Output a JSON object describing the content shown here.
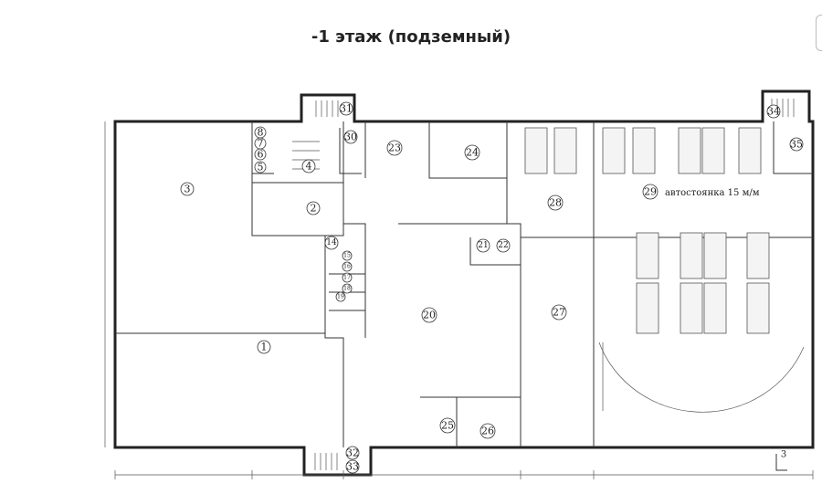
{
  "title": "-1 этаж (подземный)",
  "plan": {
    "parking_label": "автостоянка 15 м/м",
    "section_mark": "3",
    "rooms": [
      {
        "n": "1"
      },
      {
        "n": "2"
      },
      {
        "n": "3"
      },
      {
        "n": "4"
      },
      {
        "n": "5"
      },
      {
        "n": "6"
      },
      {
        "n": "7"
      },
      {
        "n": "8"
      },
      {
        "n": "14"
      },
      {
        "n": "15"
      },
      {
        "n": "16"
      },
      {
        "n": "17"
      },
      {
        "n": "18"
      },
      {
        "n": "19"
      },
      {
        "n": "20"
      },
      {
        "n": "21"
      },
      {
        "n": "22"
      },
      {
        "n": "23"
      },
      {
        "n": "24"
      },
      {
        "n": "25"
      },
      {
        "n": "26"
      },
      {
        "n": "27"
      },
      {
        "n": "28"
      },
      {
        "n": "29"
      },
      {
        "n": "30"
      },
      {
        "n": "31"
      },
      {
        "n": "32"
      },
      {
        "n": "33"
      },
      {
        "n": "34"
      },
      {
        "n": "35"
      }
    ]
  }
}
